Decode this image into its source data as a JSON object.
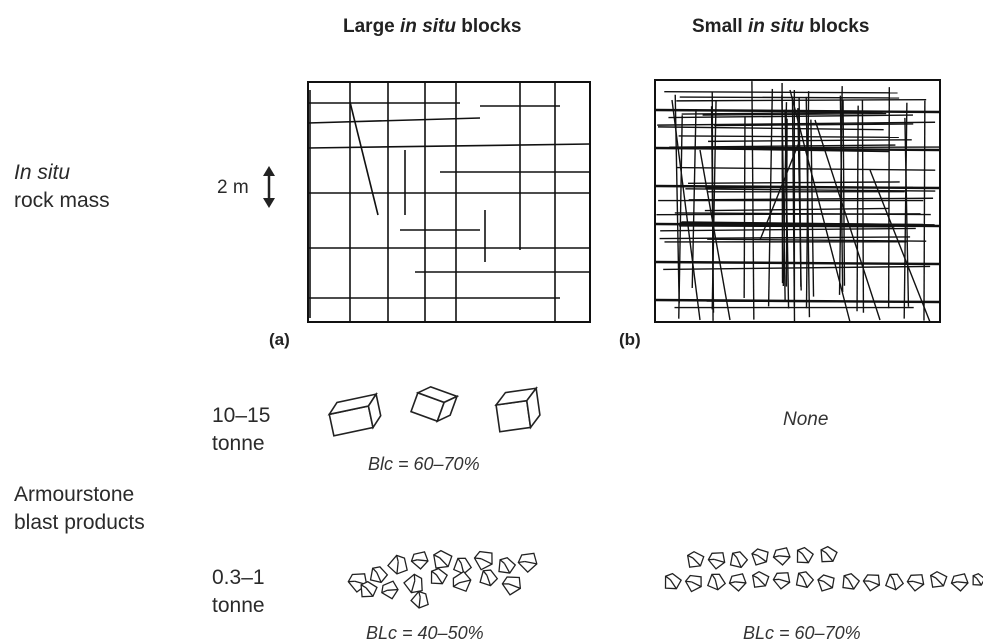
{
  "columns": {
    "a": {
      "pre": "Large ",
      "em": "in situ",
      "post": " blocks"
    },
    "b": {
      "pre": "Small ",
      "em": "in situ",
      "post": " blocks"
    }
  },
  "rows": {
    "in_situ": {
      "line1": "In situ",
      "line2": "rock mass"
    },
    "armourstone": {
      "line1": "Armourstone",
      "line2": "blast products"
    },
    "heavy": {
      "line1": "10–15",
      "line2": "tonne"
    },
    "light": {
      "line1": "0.3–1",
      "line2": "tonne"
    }
  },
  "scale": {
    "label": "2 m"
  },
  "panels": {
    "a": "(a)",
    "b": "(b)"
  },
  "cells": {
    "heavy_a": "Blc = 60–70%",
    "heavy_b": "None",
    "light_a": "BLc = 40–50%",
    "light_b": "BLc = 60–70%"
  }
}
